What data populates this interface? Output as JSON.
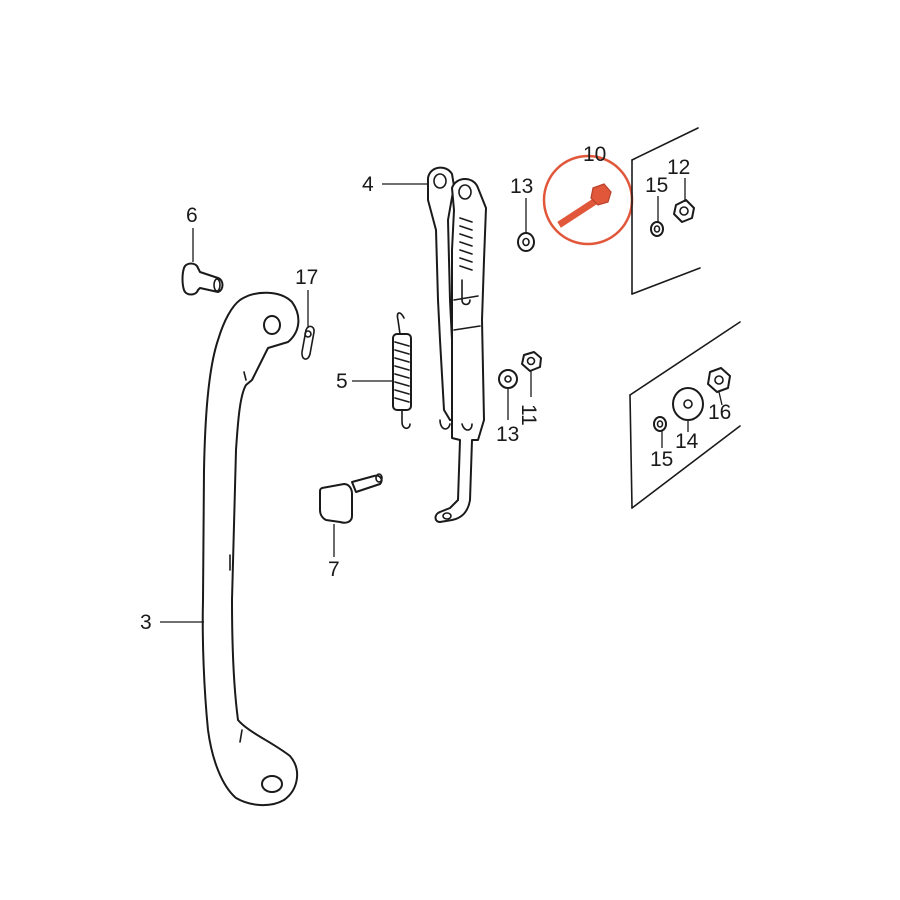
{
  "diagram": {
    "callouts": {
      "c3": "3",
      "c4": "4",
      "c5": "5",
      "c6": "6",
      "c7": "7",
      "c10": "10",
      "c11": "11",
      "c12": "12",
      "c13a": "13",
      "c13b": "13",
      "c14": "14",
      "c15a": "15",
      "c15b": "15",
      "c16": "16",
      "c17": "17"
    },
    "highlight": {
      "part": "10",
      "color": "#e0573a"
    }
  }
}
